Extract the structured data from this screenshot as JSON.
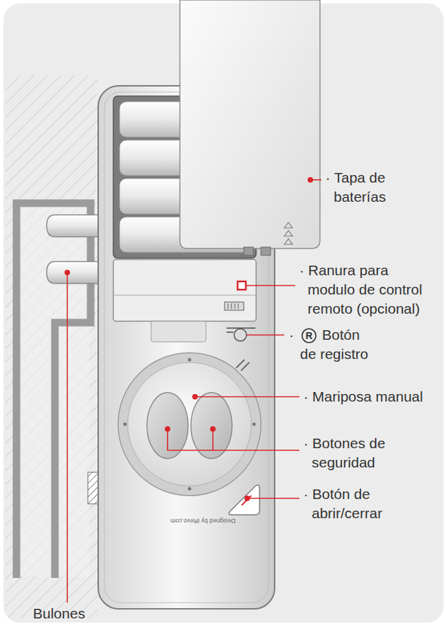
{
  "diagram": {
    "labels": [
      "· Tapa de baterías",
      "· Ranura para modulo de control remoto (opcional)",
      "·",
      "R",
      "Botón de registro",
      "· Mariposa manual",
      "· Botones de seguridad",
      "· Botón de abrir/cerrar",
      "Designed by iRevo.com",
      "Bulones"
    ]
  }
}
